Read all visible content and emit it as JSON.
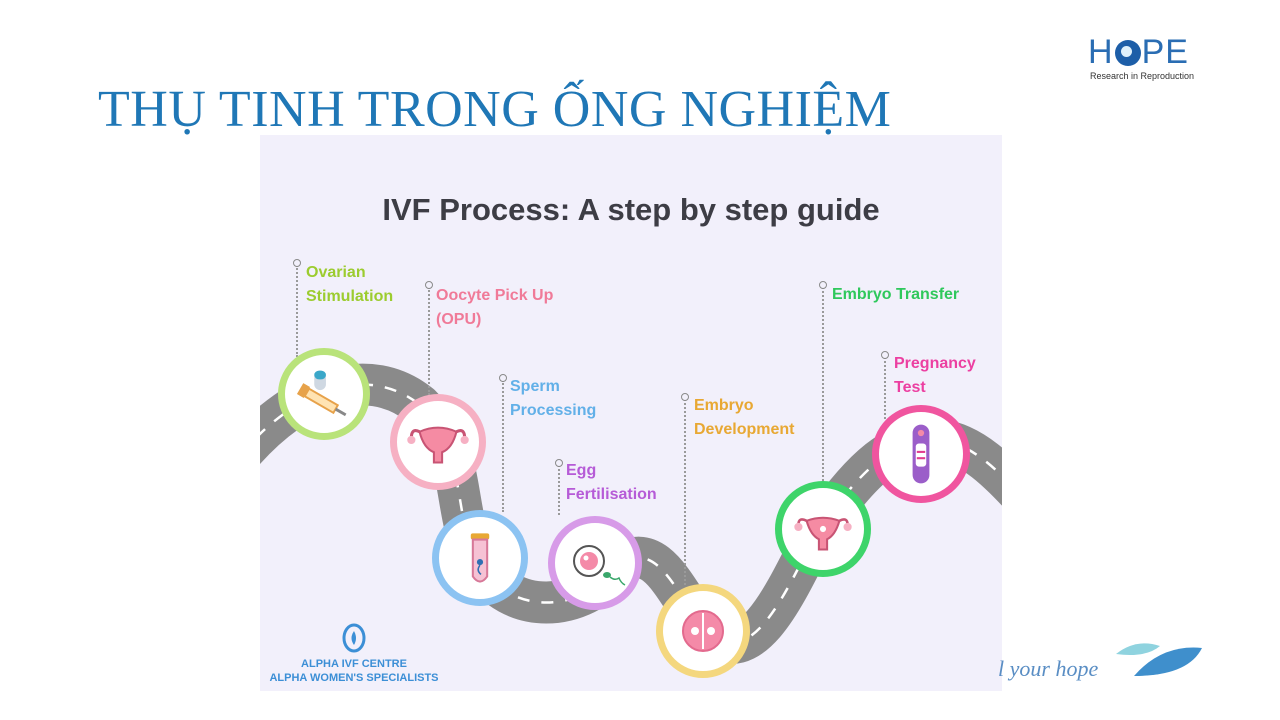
{
  "slide": {
    "title": "THỤ TINH TRONG ỐNG NGHIỆM"
  },
  "logo": {
    "word_left": "H",
    "word_right": "PE",
    "subtitle": "Research in Reproduction",
    "icon": "eye-logo-icon"
  },
  "infographic": {
    "title": "IVF Process: A step by step guide",
    "steps": [
      {
        "line1": "Ovarian",
        "line2": "Stimulation",
        "color": "#9ccc2f",
        "ring": "#b9e37a",
        "icon": "syringe-pill-icon"
      },
      {
        "line1": "Oocyte Pick Up",
        "line2": "(OPU)",
        "color": "#f07a98",
        "ring": "#f6b0c3",
        "icon": "uterus-icon"
      },
      {
        "line1": "Sperm",
        "line2": "Processing",
        "color": "#62b0e8",
        "ring": "#8cc3f2",
        "icon": "test-tube-sperm-icon"
      },
      {
        "line1": "Egg",
        "line2": "Fertilisation",
        "color": "#b65bd7",
        "ring": "#d79be8",
        "icon": "egg-sperm-icon"
      },
      {
        "line1": "Embryo",
        "line2": "Development",
        "color": "#e8a833",
        "ring": "#f4d77e",
        "icon": "embryo-icon"
      },
      {
        "line1": "Embryo Transfer",
        "line2": "",
        "color": "#2fc85c",
        "ring": "#3ed46a",
        "icon": "uterus-transfer-icon"
      },
      {
        "line1": "Pregnancy",
        "line2": "Test",
        "color": "#ec3fa1",
        "ring": "#f0559f",
        "icon": "pregnancy-test-icon"
      }
    ],
    "brand": {
      "line1": "ALPHA IVF CENTRE",
      "line2": "ALPHA WOMEN'S SPECIALISTS",
      "color": "#3c8fd6"
    }
  },
  "footer": {
    "tagline": "l your hope",
    "leaf_icon": "leaf-logo-icon"
  },
  "colors": {
    "title": "#1f77b6",
    "road": "#8a8a8a",
    "background": "#f2f0fb"
  }
}
